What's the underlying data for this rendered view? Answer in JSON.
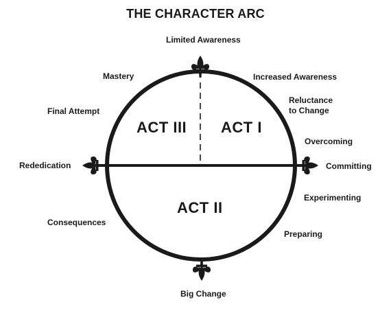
{
  "title": "THE CHARACTER ARC",
  "acts": {
    "act1": "ACT I",
    "act2": "ACT II",
    "act3": "ACT III"
  },
  "stages": {
    "limited_awareness": "Limited Awareness",
    "increased_awareness": "Increased Awareness",
    "reluctance_line1": "Reluctance",
    "reluctance_line2": "to Change",
    "overcoming": "Overcoming",
    "committing": "Committing",
    "experimenting": "Experimenting",
    "preparing": "Preparing",
    "big_change": "Big Change",
    "consequences": "Consequences",
    "rededication": "Rededication",
    "final_attempt": "Final Attempt",
    "mastery": "Mastery"
  },
  "colors": {
    "ink": "#1a1a1a",
    "background": "#ffffff"
  },
  "icons": [
    "fleur-de-lis-top-icon",
    "fleur-de-lis-bottom-icon",
    "fleur-de-lis-left-icon",
    "fleur-de-lis-right-icon"
  ]
}
